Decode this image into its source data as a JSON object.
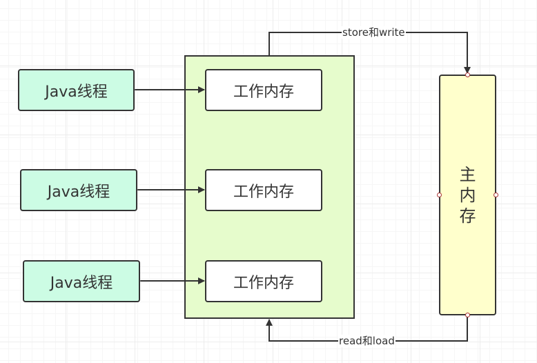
{
  "diagram": {
    "threads": [
      {
        "label": "Java线程"
      },
      {
        "label": "Java线程"
      },
      {
        "label": "Java线程"
      }
    ],
    "working_memories": [
      {
        "label": "工作内存"
      },
      {
        "label": "工作内存"
      },
      {
        "label": "工作内存"
      }
    ],
    "main_memory": {
      "chars": [
        "主",
        "内",
        "存"
      ]
    },
    "edges": {
      "store_write": "store和write",
      "read_load": "read和load"
    },
    "colors": {
      "thread_fill": "#ccfce4",
      "container_fill": "#e6fccc",
      "main_memory_fill": "#ffffcc",
      "stroke": "#333333"
    }
  }
}
